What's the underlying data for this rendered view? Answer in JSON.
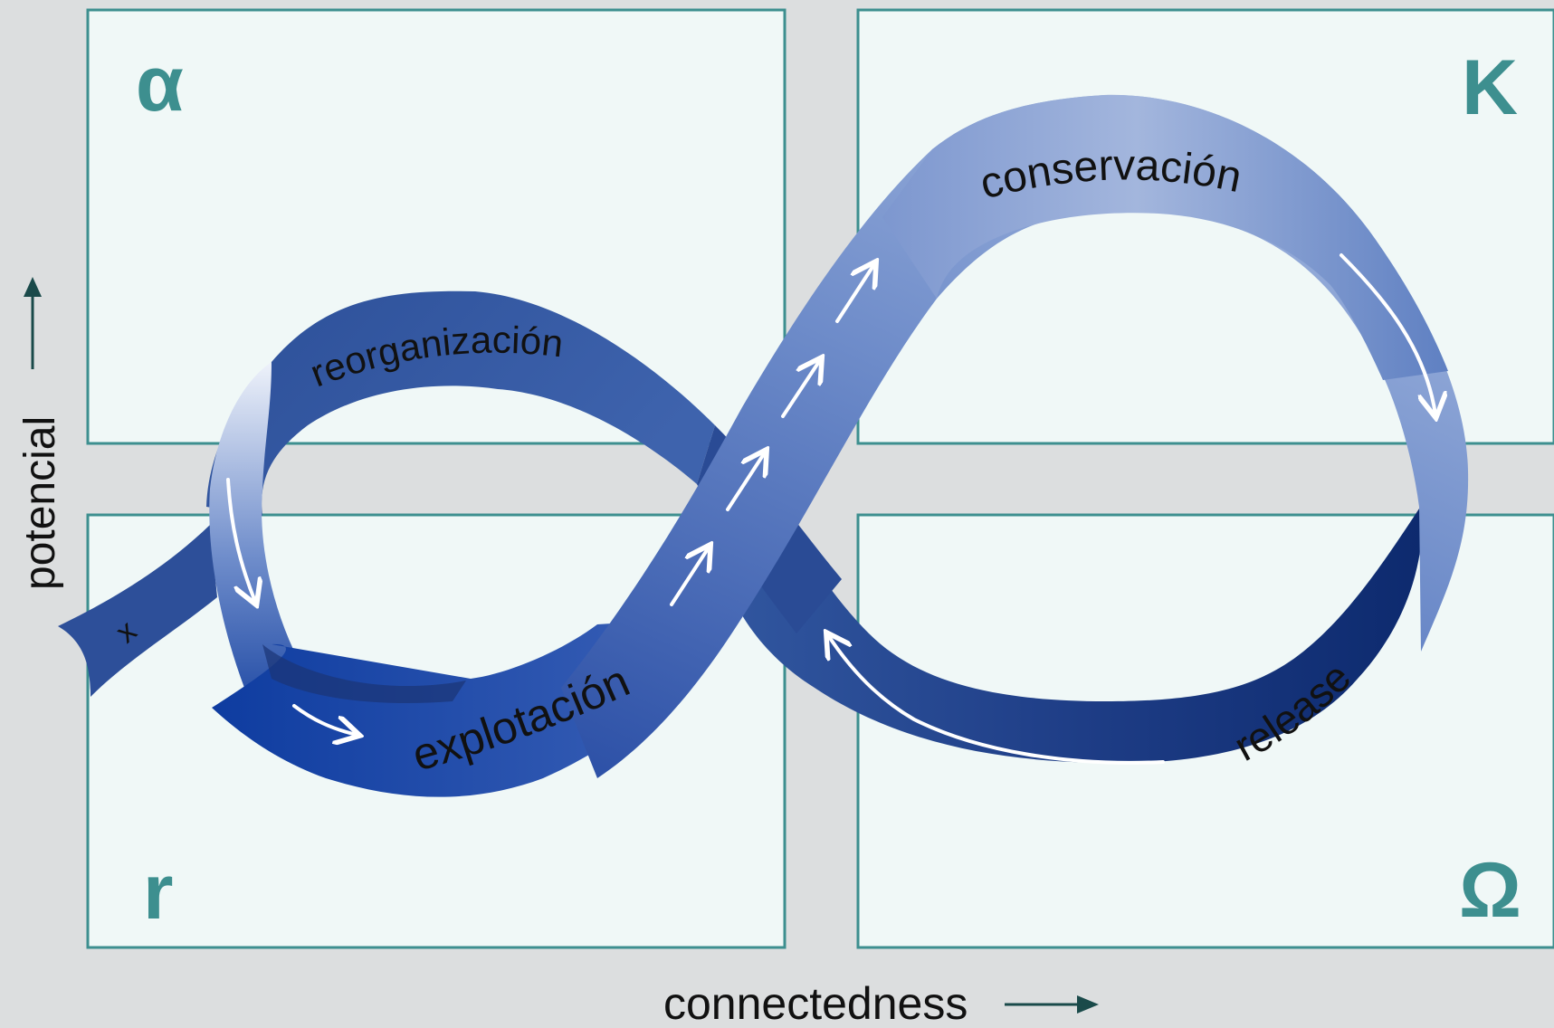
{
  "quadrants": {
    "top_left": {
      "letter": "α"
    },
    "top_right": {
      "letter": "K"
    },
    "bottom_left": {
      "letter": "r"
    },
    "bottom_right": {
      "letter": "Ω"
    }
  },
  "phases": {
    "reorganization": "reorganización",
    "conservation": "conservación",
    "exploitation": "explotación",
    "release": "release",
    "exit": "x"
  },
  "axes": {
    "y_label": "potencial",
    "x_label": "connectedness"
  },
  "colors": {
    "background": "#dcdedf",
    "panel_fill": "#f0f8f7",
    "panel_border": "#3d8f8f",
    "letter_color": "#3d8f8f",
    "ribbon_light": "#9fb3dc",
    "ribbon_mid": "#5a7cc0",
    "ribbon_dark": "#1d3a8a",
    "arrow_color": "#1a4a4a"
  }
}
